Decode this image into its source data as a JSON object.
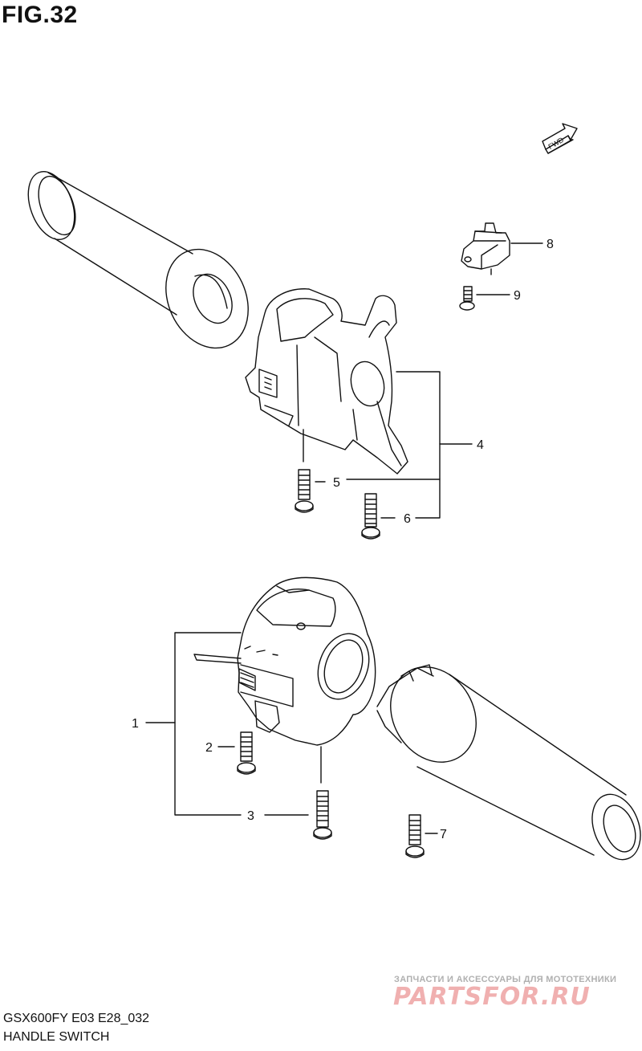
{
  "figure": {
    "title": "FIG.32",
    "fwd_label": "FWD"
  },
  "callouts": [
    "1",
    "2",
    "3",
    "4",
    "5",
    "6",
    "7",
    "8",
    "9"
  ],
  "footer": {
    "model_code": "GSX600FY E03 E28_032",
    "section_name": "HANDLE SWITCH"
  },
  "watermark": {
    "tagline": "ЗАПЧАСТИ И АКСЕССУАРЫ ДЛЯ МОТОТЕХНИКИ",
    "brand": "PARTSFOR.RU"
  },
  "colors": {
    "line": "#111111",
    "watermark": "#e05252",
    "watermark_small": "#b0b0b0"
  }
}
